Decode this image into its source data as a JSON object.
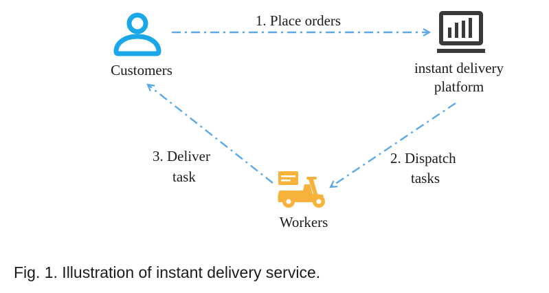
{
  "nodes": {
    "customers": {
      "label": "Customers",
      "icon": "user-icon"
    },
    "platform": {
      "label_line1": "instant delivery",
      "label_line2": "platform",
      "icon": "monitor-chart-icon"
    },
    "workers": {
      "label": "Workers",
      "icon": "delivery-scooter-icon"
    }
  },
  "edges": {
    "place_orders": {
      "label": "1. Place orders"
    },
    "dispatch_tasks": {
      "label_line1": "2. Dispatch",
      "label_line2": "tasks"
    },
    "deliver_task": {
      "label_line1": "3. Deliver",
      "label_line2": "task"
    }
  },
  "caption": "Fig. 1. Illustration of instant delivery service.",
  "colors": {
    "customer_icon": "#1aa7e8",
    "platform_icon": "#3a3a3a",
    "worker_icon": "#f7b23b",
    "arrow": "#5aa9e6",
    "text": "#1a1a1a"
  }
}
